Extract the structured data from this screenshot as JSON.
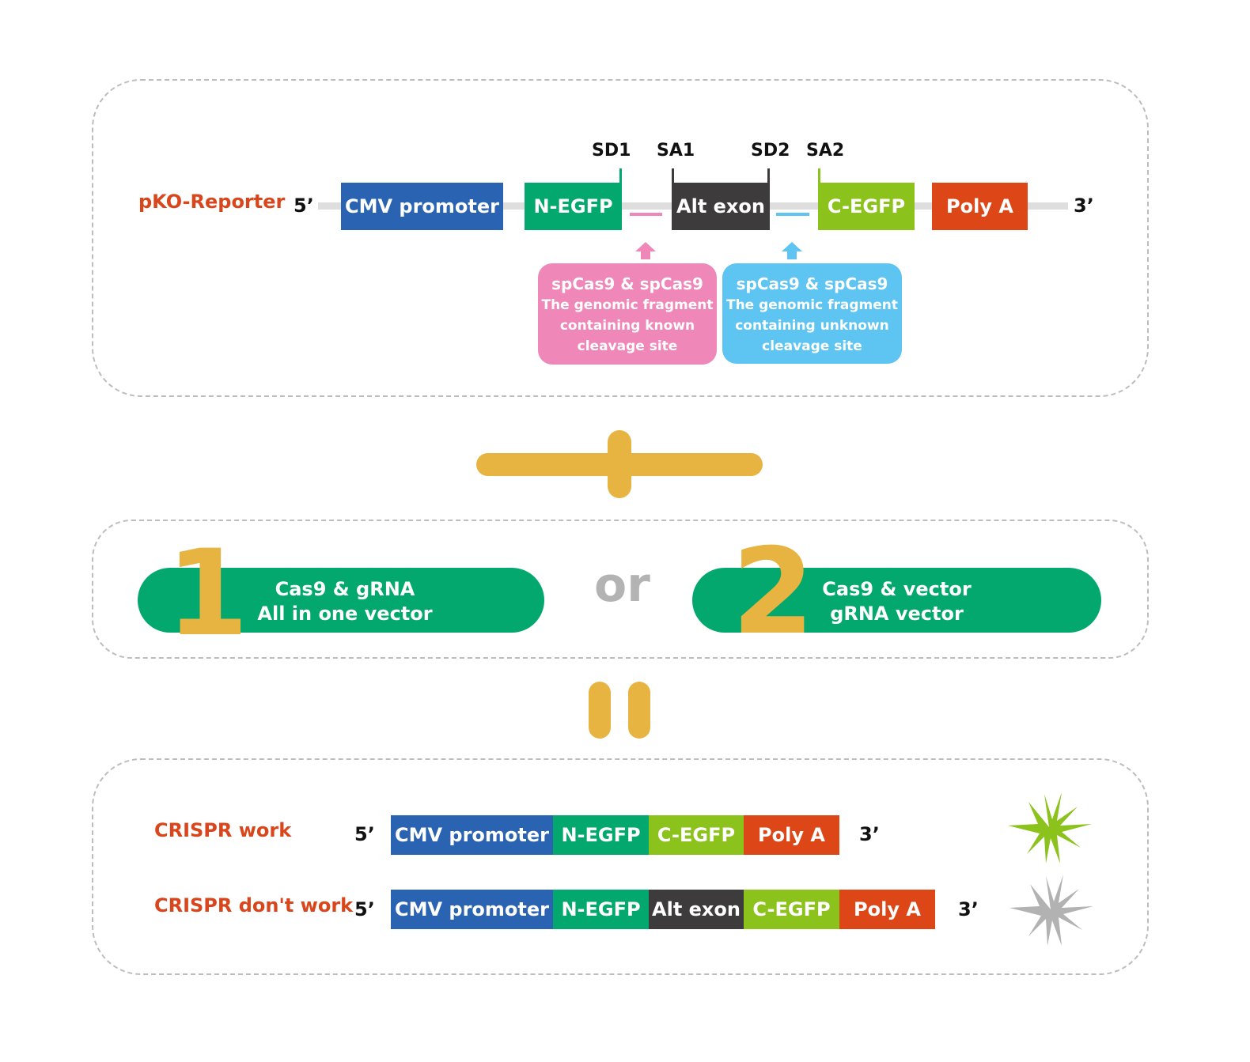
{
  "colors": {
    "cmv": "#2b63b3",
    "negfp": "#02a86d",
    "altexon": "#3d3b3b",
    "cegfp": "#8cc21c",
    "polya": "#dd4616",
    "label_red": "#d9461c",
    "pink": "#ef87b8",
    "blue": "#5ec4f2",
    "gold": "#e8b441",
    "pill_green": "#02a86d",
    "star_green": "#8cc21c",
    "star_gray": "#b2b2b2"
  },
  "reporter": {
    "label": "pKO-Reporter",
    "five_prime": "5’",
    "three_prime": "3’",
    "blocks": {
      "cmv": "CMV promoter",
      "negfp": "N-EGFP",
      "altexon": "Alt exon",
      "cegfp": "C-EGFP",
      "polya": "Poly A"
    },
    "sites": {
      "sd1": "SD1",
      "sa1": "SA1",
      "sd2": "SD2",
      "sa2": "SA2"
    },
    "callout_known": {
      "title": "spCas9 & spCas9",
      "line1": "The genomic fragment",
      "line2": "containing known",
      "line3": "cleavage site"
    },
    "callout_unknown": {
      "title": "spCas9 & spCas9",
      "line1": "The genomic fragment",
      "line2": "containing unknown",
      "line3": "cleavage site"
    }
  },
  "options": {
    "one": {
      "number": "1",
      "line1": "Cas9 & gRNA",
      "line2": "All in one vector"
    },
    "or": "or",
    "two": {
      "number": "2",
      "line1": "Cas9 & vector",
      "line2": "gRNA vector"
    }
  },
  "results": {
    "work": {
      "label": "CRISPR work",
      "five_prime": "5’",
      "three_prime": "3’",
      "blocks": [
        "CMV promoter",
        "N-EGFP",
        "C-EGFP",
        "Poly A"
      ]
    },
    "dont_work": {
      "label": "CRISPR don't work",
      "five_prime": "5’",
      "three_prime": "3’",
      "blocks": [
        "CMV promoter",
        "N-EGFP",
        "Alt exon",
        "C-EGFP",
        "Poly A"
      ]
    }
  }
}
